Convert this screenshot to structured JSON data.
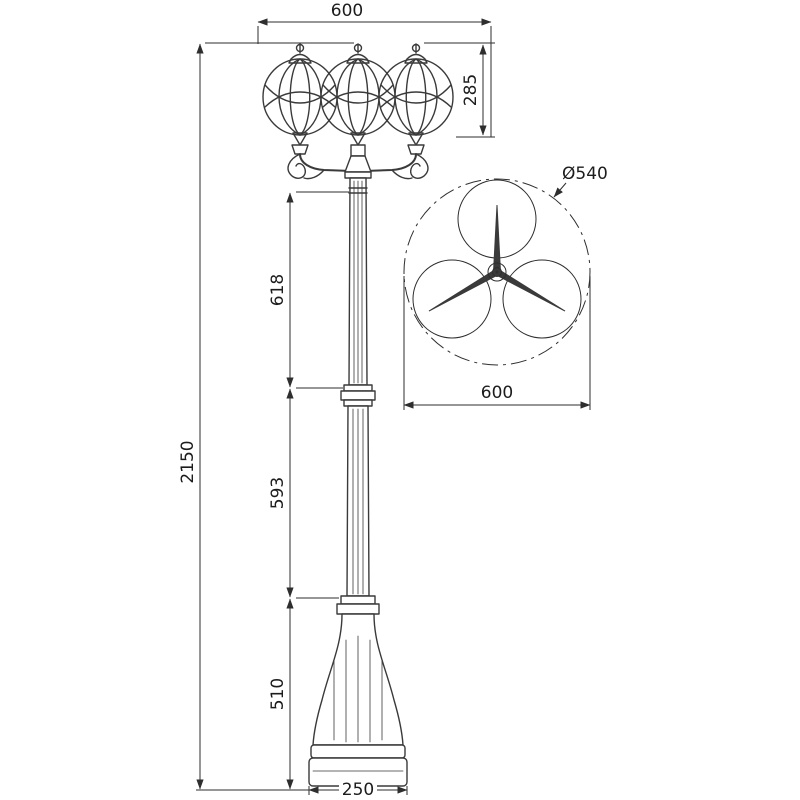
{
  "front_view": {
    "dim_top_width": "600",
    "dim_lantern_height": "285",
    "dim_total_height": "2150",
    "dim_upper_section": "618",
    "dim_middle_section": "593",
    "dim_base_section": "510",
    "dim_base_width": "250"
  },
  "top_view": {
    "dim_diameter": "Ø540",
    "dim_width": "600"
  },
  "colors": {
    "line": "#2e2e2e",
    "artwork": "#3a3a3a",
    "background": "#ffffff"
  }
}
